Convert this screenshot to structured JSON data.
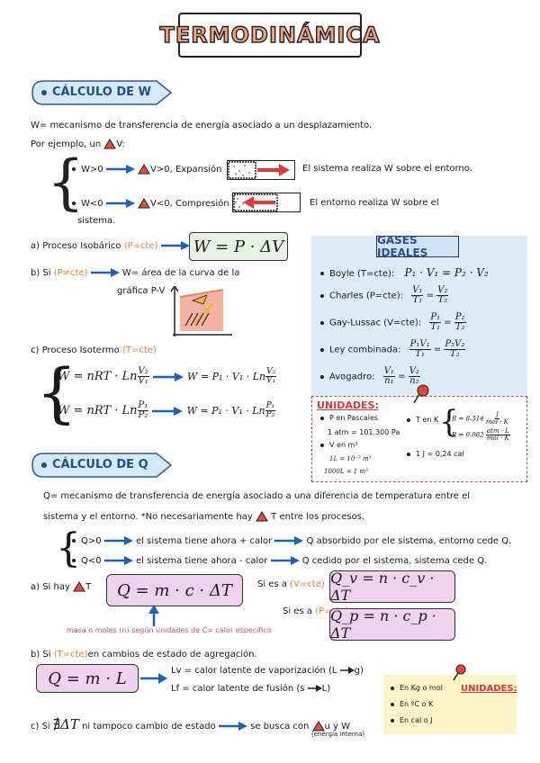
{
  "title": "TERMODINÁMICA",
  "section_w": {
    "banner": "CÁLCULO DE W",
    "definition": "W= mecanismo de transferencia de energía asociado a un desplazamiento.",
    "example_prefix": "Por ejemplo, un",
    "example_suffix": "V:",
    "expansion_text": "W>0",
    "expansion_text2": "V>0, Expansión",
    "expansion_desc": "El sistema realiza W sobre el entorno.",
    "compression_text": "W<0",
    "compression_text2": "V<0, Compresión",
    "compression_desc": "El entorno realiza W sobre el",
    "compression_desc2": "sistema.",
    "isobaric_label": "a) Proceso Isobárico",
    "isobaric_cond": "(P=cte)",
    "isobaric_formula": "W = P · ΔV",
    "b_label": "b) Si",
    "b_cond": "(P≠cte)",
    "b_text": "W= área de la curva de la",
    "b_text2": "gráfica P-V",
    "c_label": "c) Proceso Isotermo",
    "c_cond": "(T=cte)"
  },
  "gases": {
    "title": "GASES IDEALES",
    "items": [
      {
        "label": "Boyle (T=cte):",
        "formula": "P₁ · V₁ = P₂ · V₂"
      },
      {
        "label": "Charles (P=cte):"
      },
      {
        "label": "Gay-Lussac (V=cte):"
      },
      {
        "label": "Ley combinada:"
      },
      {
        "label": "Avogadro:"
      }
    ]
  },
  "units1": {
    "title": "UNIDADES:",
    "p_label": "P en Pascales",
    "atm": "1 atm = 101.300 Pa",
    "v_label": "V en m³",
    "l1": "1L = 10⁻³ m³",
    "l2": "1000L = 1 m³",
    "t_label": "T en K",
    "r1": "R = 8.314",
    "r1_unit_num": "J",
    "r1_unit_den": "mol · K",
    "r2": "R = 0.082",
    "r2_unit_num": "atm · L",
    "r2_unit_den": "mol · K",
    "cal": "1 J = 0,24 cal"
  },
  "section_q": {
    "banner": "CÁLCULO DE Q",
    "definition": "Q= mecanismo de transferencia de energía asociado a una diferencia de temperatura entre el",
    "definition2": "sistema y el entorno. *No necesariamente hay",
    "definition2b": "T entre los procesos.",
    "q_pos": "Q>0",
    "q_pos_text": "el sistema tiene ahora + calor",
    "q_pos_text2": "Q absorbido por ele sistema, entorno cede Q.",
    "q_neg": "Q<0",
    "q_neg_text": "el sistema tiene ahora - calor",
    "q_neg_text2": "Q cedido por el sistema, sistema cede Q.",
    "a_label": "a) Si hay",
    "a_label2": "T",
    "q_formula": "Q = m · c · ΔT",
    "v_cte_label": "Si es a",
    "v_cte": "(V=cte)",
    "qv_formula": "Q_v = n · c_v · ΔT",
    "p_cte_label": "Si es a",
    "p_cte": "(P=cte)",
    "qp_formula": "Q_p = n · c_p · ΔT",
    "mass_note": "masa o moles (n) según unidades de C= calor específico",
    "b_label": "b) Si",
    "b_cond": "(T=cte)",
    "b_text": "en cambios de estado de agregación.",
    "latent_formula": "Q = m · L",
    "lv": "Lv = calor latente de vaporización (L",
    "lv_end": "g)",
    "lf": "Lf = calor latente de fusión (s",
    "lf_end": "L)",
    "c_label": "c) Si",
    "c_text": "ni tampoco cambio de estado",
    "c_text2": "se busca con",
    "c_text3": "u y W",
    "c_note": "(energía interna)"
  },
  "units2": {
    "title": "UNIDADES:",
    "items": [
      "En Kg o mol",
      "En ºC o K",
      "En cal o J"
    ]
  },
  "colors": {
    "accent_blue": "#1f5fbf",
    "orange": "#f07a32",
    "pink": "#e0457b",
    "green_box": "#e7f4e5",
    "purple_box": "#efd2ef",
    "gases_bg": "#dcecf8",
    "units_bg": "#fdf5c8"
  }
}
